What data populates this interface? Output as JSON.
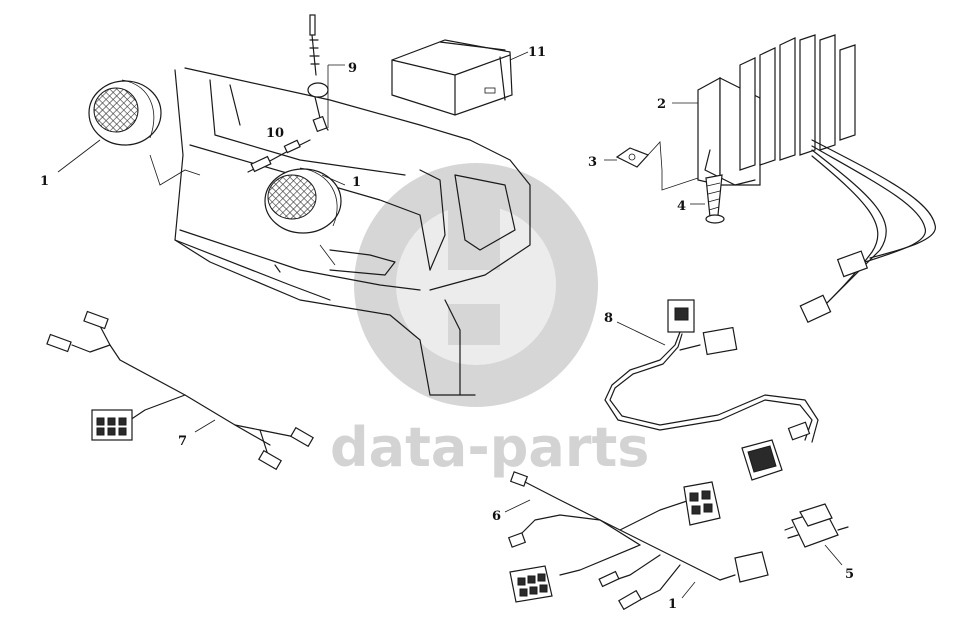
{
  "watermark": {
    "brand_text": "data-parts",
    "color": "#d3d3d3"
  },
  "callouts": {
    "lamp_left": "1",
    "lamp_center": "1",
    "harness_bottom": "1",
    "flasher_unit": "2",
    "clip": "3",
    "screw": "4",
    "relay": "5",
    "harness_6": "6",
    "harness_7": "7",
    "harness_8": "8",
    "antenna": "9",
    "antenna_lead": "10",
    "radio": "11"
  },
  "colors": {
    "line": "#1a1a1a",
    "background": "#ffffff"
  }
}
